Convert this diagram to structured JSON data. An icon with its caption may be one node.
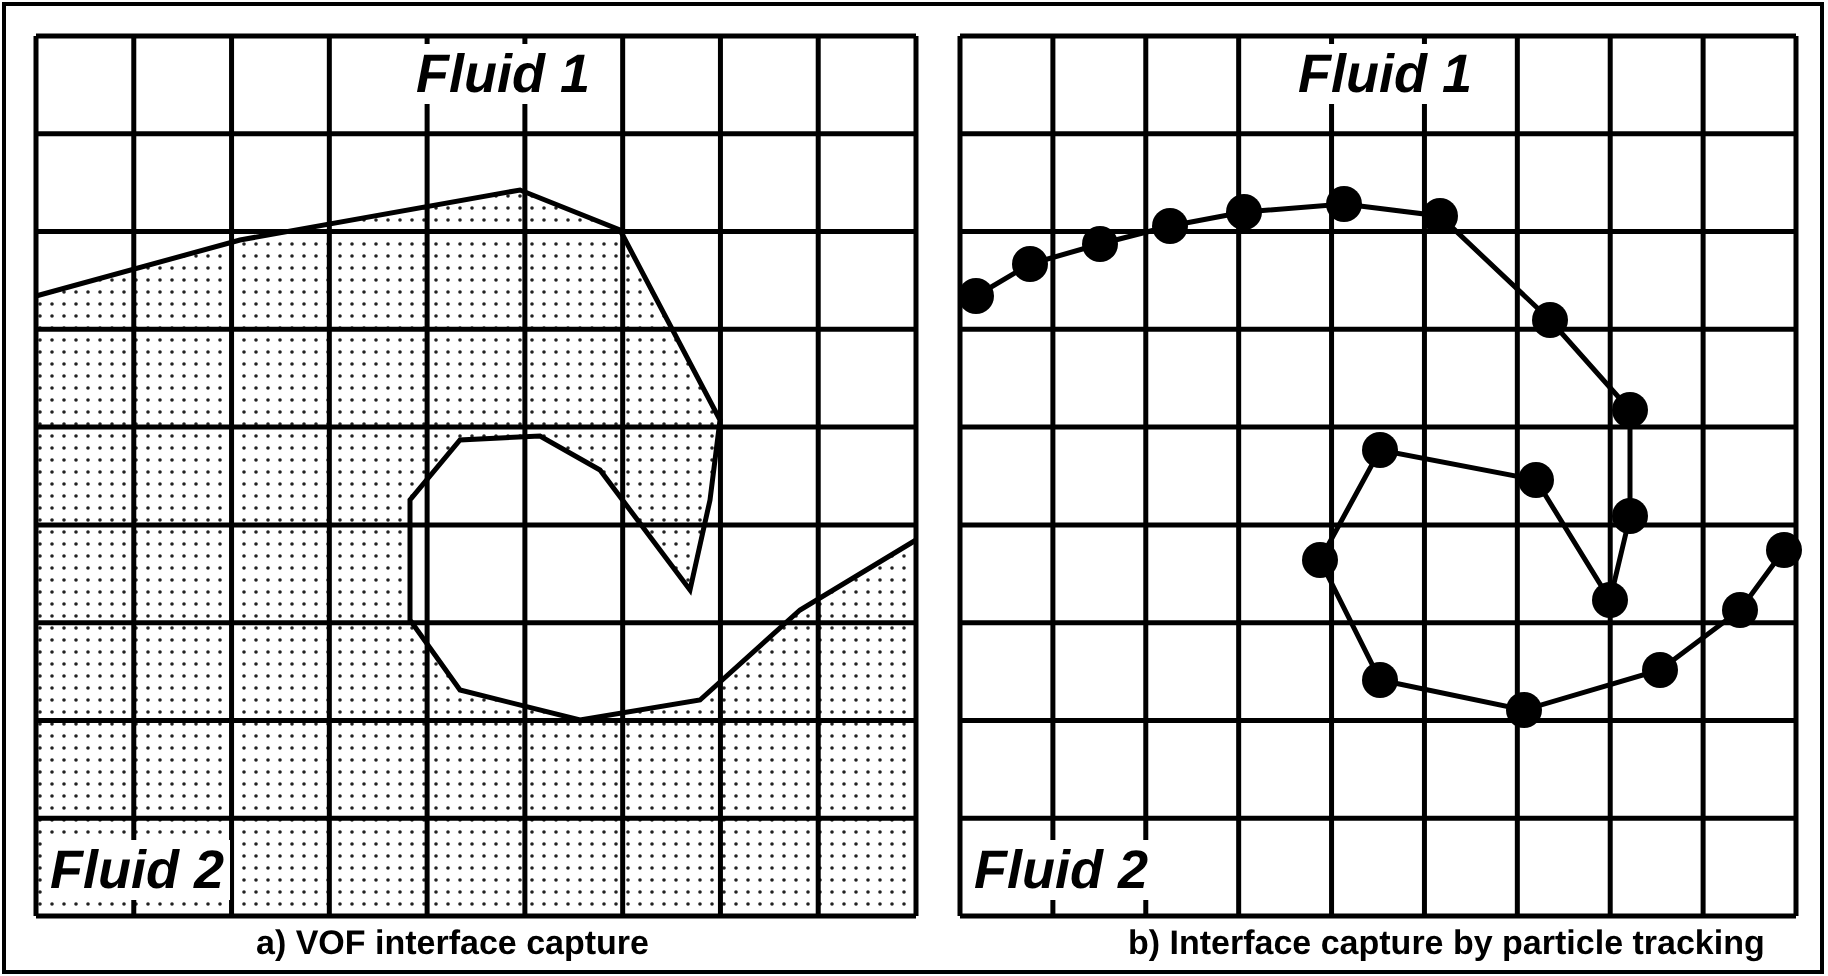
{
  "diagram": {
    "labels": [
      "Fluid 1",
      "Fluid 1",
      "Fluid 2",
      "Fluid 2",
      "a)  VOF interface capture",
      "b) Interface capture by particle tracking"
    ]
  }
}
